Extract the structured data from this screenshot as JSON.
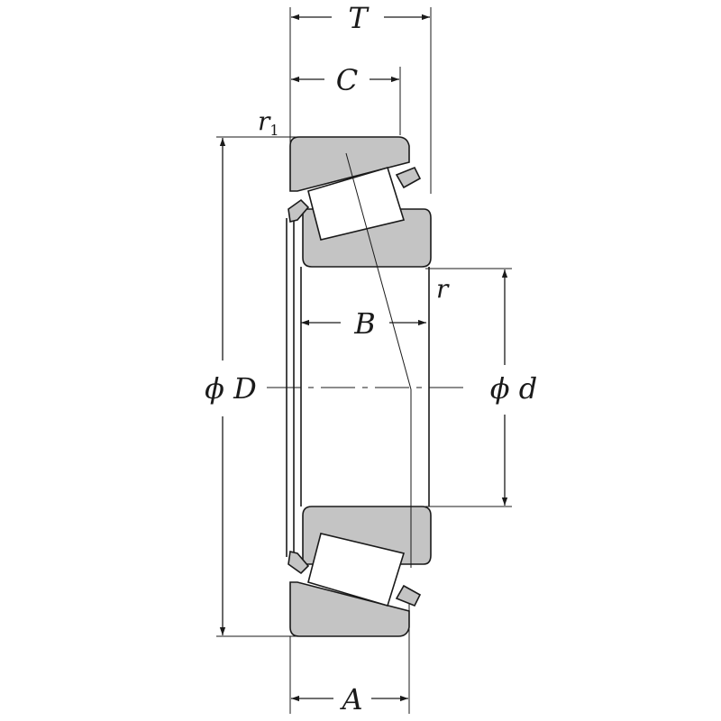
{
  "diagram": {
    "labels": {
      "T": "T",
      "C": "C",
      "r1_main": "r",
      "r1_sub": "1",
      "r": "r",
      "B": "B",
      "phiD": "ϕ D",
      "phid": "ϕ d",
      "A": "A"
    },
    "colors": {
      "ring_fill": "#c4c4c4",
      "roller_fill": "#ffffff",
      "ink": "#1a1a1a",
      "background": "#ffffff"
    }
  }
}
